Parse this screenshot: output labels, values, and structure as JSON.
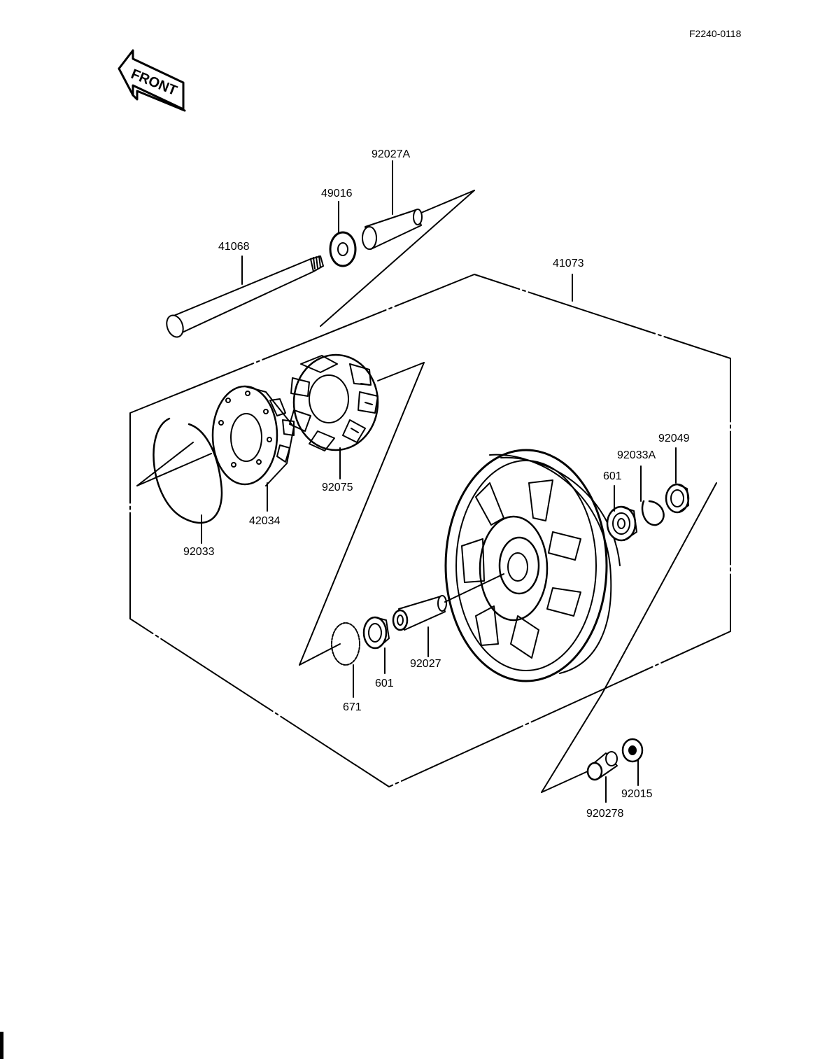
{
  "document_code": "F2240-0118",
  "front_label": "FRONT",
  "parts": {
    "p41068": "41068",
    "p49016": "49016",
    "p92027A": "92027A",
    "p41073": "41073",
    "p92033": "92033",
    "p42034": "42034",
    "p92075": "92075",
    "p601_right": "601",
    "p92033A": "92033A",
    "p92049": "92049",
    "p671": "671",
    "p601_left": "601",
    "p92027": "92027",
    "p92015": "92015",
    "p92027B": "920278"
  },
  "colors": {
    "ink": "#000000",
    "paper": "#ffffff"
  }
}
